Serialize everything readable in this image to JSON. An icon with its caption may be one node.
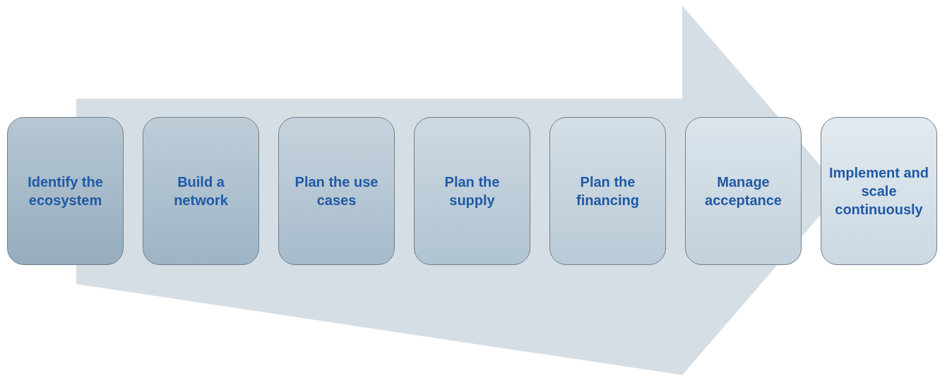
{
  "diagram": {
    "nodes": [
      {
        "text": [
          "Identify the ecosystem"
        ]
      },
      {
        "text": [
          "Build a network"
        ]
      },
      {
        "text": [
          "Plan the use cases"
        ]
      },
      {
        "text": [
          "Plan the supply"
        ]
      },
      {
        "text": [
          "Plan the financing"
        ]
      },
      {
        "text": [
          "Manage acceptance"
        ]
      },
      {
        "text": [
          "Implement and scale continuously"
        ]
      }
    ],
    "edges": []
  }
}
